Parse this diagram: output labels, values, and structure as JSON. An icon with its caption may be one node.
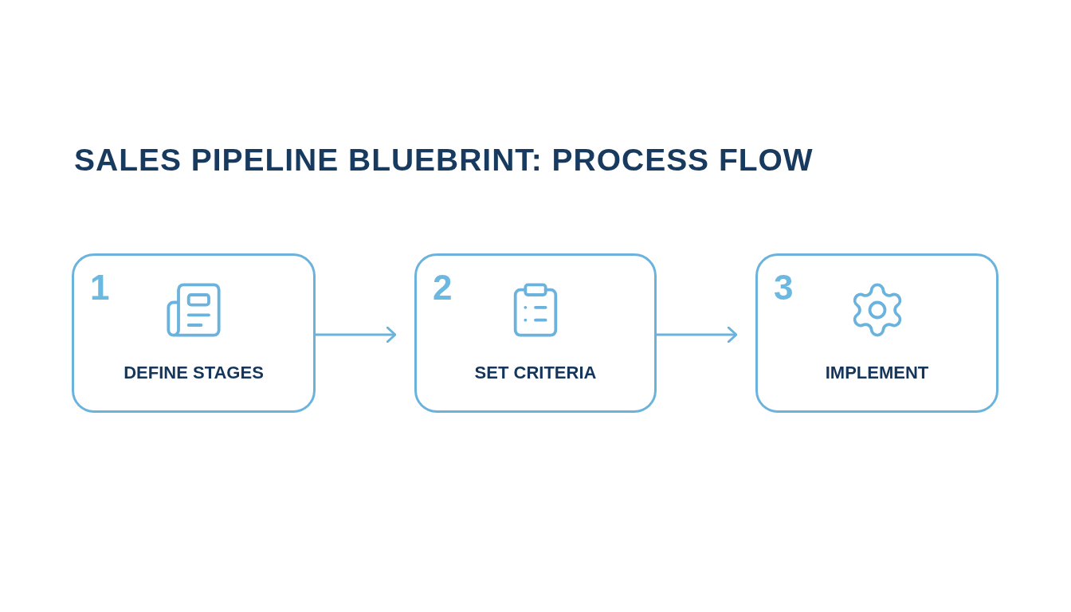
{
  "diagram": {
    "title": "SALES PIPELINE BLUEBRINT: PROCESS FLOW",
    "nodes": [
      {
        "text": [
          "1",
          "DEFINE STAGES"
        ]
      },
      {
        "text": [
          "2",
          "SET CRITERIA"
        ]
      },
      {
        "text": [
          "3",
          "IMPLEMENT"
        ]
      }
    ],
    "edges": [
      {
        "from": 0,
        "to": 1,
        "arrow": "to"
      },
      {
        "from": 1,
        "to": 2,
        "arrow": "to"
      }
    ]
  }
}
